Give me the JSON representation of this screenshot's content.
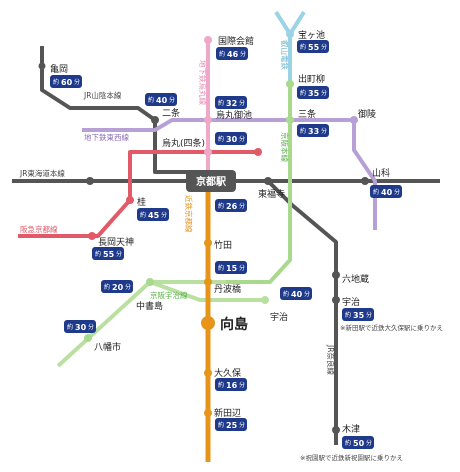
{
  "colors": {
    "jr_gray": "#555555",
    "tozai_purple": "#b7a0d6",
    "karasuma_green": "#3c9a3c",
    "karasuma_pink": "#f0a8c8",
    "keihan_green": "#a8d98c",
    "eizan_blue": "#9bd3e6",
    "kintetsu_orange": "#e6951a",
    "hankyu_red": "#e25a68",
    "uji_green": "#b9e0a0",
    "badge_navy": "#1f3a8a"
  },
  "hub": {
    "label": "京都駅"
  },
  "minute_prefix": "約",
  "minute_suffix": "分",
  "stations": {
    "kameoka": "亀岡",
    "nijo": "二条",
    "kokusai_kaikan": "国際会館",
    "karasuma_oike": "烏丸御池",
    "karasuma_shijo": "烏丸(四条)",
    "takaragaike": "宝ヶ池",
    "demachiyanagi": "出町柳",
    "sanjo": "三条",
    "misasagi": "御陵",
    "yamashina": "山科",
    "higashifukakusa": "東福寺",
    "katsura": "桂",
    "nagaoka_tenjin": "長岡天神",
    "takeda": "竹田",
    "tambabashi": "丹波橋",
    "chushojima": "中書島",
    "mukaijima": "向島",
    "uji": "宇治",
    "yawatashi": "八幡市",
    "rokujizo": "六地蔵",
    "uji_jr": "宇治",
    "okubo": "大久保",
    "shintanabe": "新田辺",
    "kotsu": "木津"
  },
  "lines": {
    "jr_sanin": "JR山陰本線",
    "chikatetsu_tozai": "地下鉄東西線",
    "chikatetsu_karasuma": "地下鉄烏丸線",
    "eizan": "叡山電鉄",
    "keihan_honsen": "京阪本線",
    "jr_tokaido": "JR東海道本線",
    "kintetsu_kyoto": "近鉄京都線",
    "hankyu_kyoto": "阪急京都線",
    "keihan_uji": "京阪宇治線",
    "jr_nara": "JR奈良線"
  },
  "minutes": {
    "kameoka": "60",
    "nijo": "40",
    "kokusai_kaikan": "46",
    "karasuma_oike": "32",
    "karasuma_shijo": "30",
    "takaragaike": "55",
    "demachiyanagi": "35",
    "sanjo": "33",
    "yamashina": "40",
    "higashifukakusa": "26",
    "katsura": "45",
    "nagaoka_tenjin": "55",
    "tambabashi": "15",
    "chushojima": "20",
    "uji": "40",
    "yawatashi": "30",
    "rokujizo": "35",
    "okubo": "16",
    "shintanabe": "25",
    "kotsu": "50"
  },
  "notes": {
    "rokujizo": "※新田駅で近鉄大久保駅に乗りかえ",
    "kotsu": "※祝園駅で近鉄新祝園駅に乗りかえ"
  }
}
